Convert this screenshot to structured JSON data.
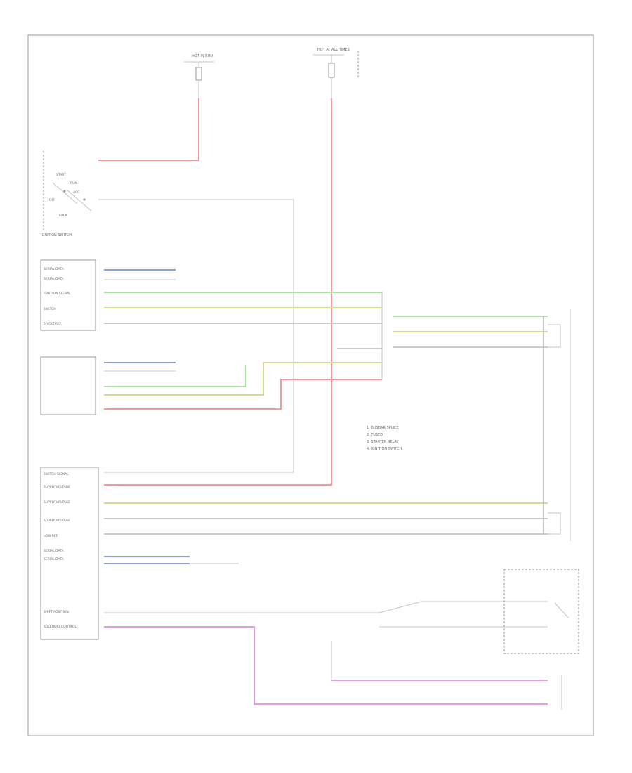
{
  "figure_code": "",
  "fuse_left": {
    "title": "HOT IN RUN",
    "lines": [
      "",
      "",
      ""
    ]
  },
  "fuse_right": {
    "title": "HOT AT ALL TIMES",
    "lines": [
      "",
      "",
      ""
    ]
  },
  "ignition_switch": {
    "title": "IGNITION SWITCH",
    "labels": [
      "START",
      "RUN",
      "OFF",
      "ACC",
      "LOCK"
    ]
  },
  "modules": [
    {
      "title": "",
      "pins": [
        "SERIAL DATA",
        "SERIAL DATA",
        "IGNITION SIGNAL",
        "SWITCH",
        "5 VOLT REF"
      ]
    },
    {
      "title": "",
      "pins": [
        "",
        "",
        "",
        "",
        ""
      ]
    },
    {
      "title": "",
      "pins": [
        "SWITCH SIGNAL",
        "SUPPLY VOLTAGE",
        "SUPPLY VOLTAGE",
        "SUPPLY VOLTAGE",
        "LOW REF",
        "SERIAL DATA",
        "SERIAL DATA",
        "SHIFT POSITION",
        "SOLENOID CONTROL"
      ]
    }
  ],
  "legend": [
    "1. BUSBAR SPLICE",
    "2. FUSED",
    "3. STARTER RELAY",
    "4. IGNITION SWITCH"
  ],
  "right_components": {
    "range_sensor": {
      "title": "",
      "lines": [
        "",
        ""
      ]
    },
    "park_switch": {
      "title": "",
      "lines": [
        "",
        ""
      ]
    },
    "bottom_right": {
      "title": "",
      "lines": [
        "",
        ""
      ]
    }
  },
  "wire_colors": {
    "red": "#f29a9a",
    "green": "#a8e0a0",
    "yellow": "#d8d890",
    "blue": "#8aa0dc",
    "magenta": "#e49ae4",
    "gray": "#b8b8b8"
  }
}
